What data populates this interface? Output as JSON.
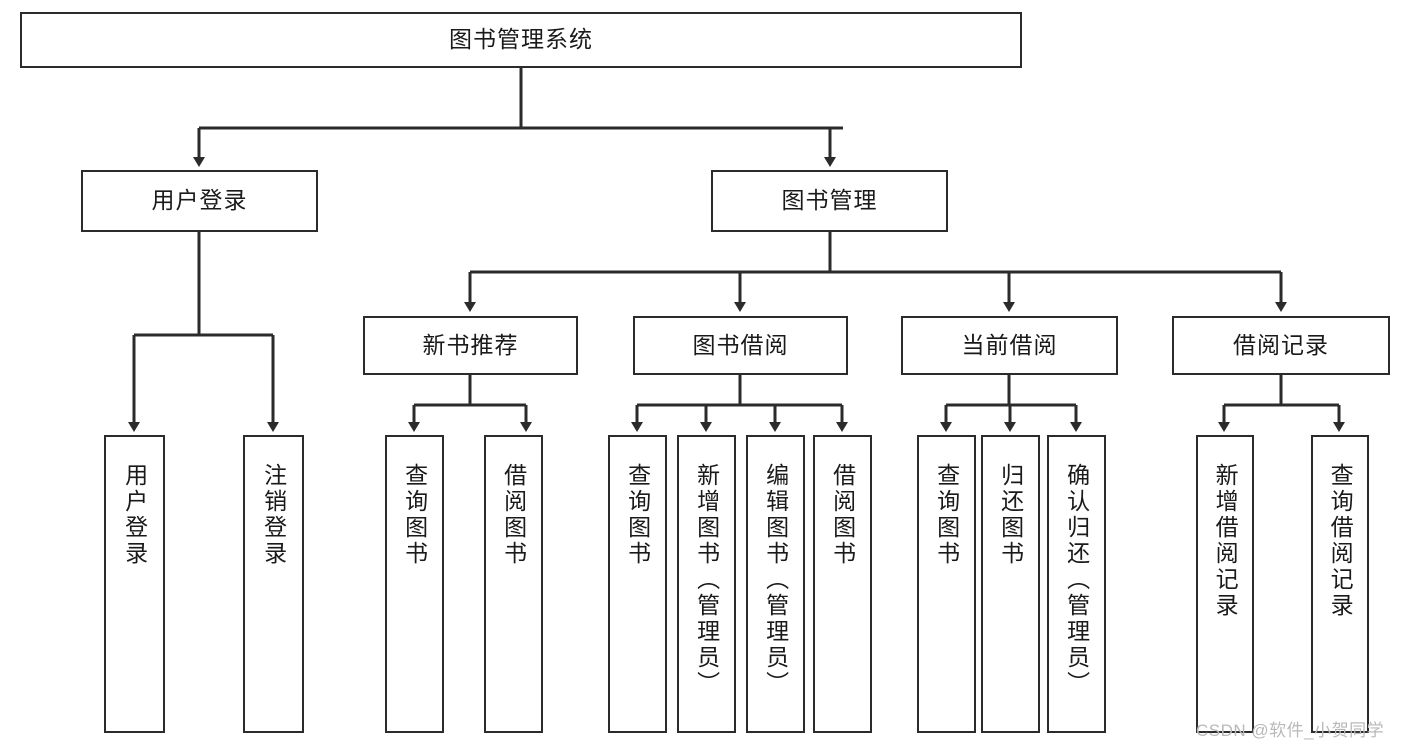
{
  "diagram": {
    "title": "图书管理系统",
    "type": "tree",
    "style": {
      "box_border_color": "#2b2b2b",
      "box_fill": "#ffffff",
      "line_color": "#2b2b2b",
      "text_color": "#1a1a1a",
      "background": "#ffffff"
    },
    "nodes": {
      "root": {
        "label": "图书管理系统"
      },
      "level2": [
        {
          "id": "user_login",
          "label": "用户登录"
        },
        {
          "id": "book_manage",
          "label": "图书管理"
        }
      ],
      "level3": [
        {
          "id": "new_book_rec",
          "label": "新书推荐"
        },
        {
          "id": "book_borrow",
          "label": "图书借阅"
        },
        {
          "id": "current_borrow",
          "label": "当前借阅"
        },
        {
          "id": "borrow_record",
          "label": "借阅记录"
        }
      ],
      "leaves": {
        "user_login": [
          {
            "id": "leaf_user_login",
            "label": "用户登录"
          },
          {
            "id": "leaf_logout",
            "label": "注销登录"
          }
        ],
        "new_book_rec": [
          {
            "id": "leaf_query_book_1",
            "label": "查询图书"
          },
          {
            "id": "leaf_borrow_book_1",
            "label": "借阅图书"
          }
        ],
        "book_borrow": [
          {
            "id": "leaf_query_book_2",
            "label": "查询图书"
          },
          {
            "id": "leaf_add_book",
            "label": "新增图书（管理员）"
          },
          {
            "id": "leaf_edit_book",
            "label": "编辑图书（管理员）"
          },
          {
            "id": "leaf_borrow_book_2",
            "label": "借阅图书"
          }
        ],
        "current_borrow": [
          {
            "id": "leaf_query_book_3",
            "label": "查询图书"
          },
          {
            "id": "leaf_return_book",
            "label": "归还图书"
          },
          {
            "id": "leaf_confirm_return",
            "label": "确认归还（管理员）"
          }
        ],
        "borrow_record": [
          {
            "id": "leaf_add_record",
            "label": "新增借阅记录"
          },
          {
            "id": "leaf_query_record",
            "label": "查询借阅记录"
          }
        ]
      }
    },
    "edges": [
      {
        "from": "图书管理系统",
        "to": "用户登录"
      },
      {
        "from": "图书管理系统",
        "to": "图书管理"
      },
      {
        "from": "用户登录",
        "to": "用户登录"
      },
      {
        "from": "用户登录",
        "to": "注销登录"
      },
      {
        "from": "图书管理",
        "to": "新书推荐"
      },
      {
        "from": "图书管理",
        "to": "图书借阅"
      },
      {
        "from": "图书管理",
        "to": "当前借阅"
      },
      {
        "from": "图书管理",
        "to": "借阅记录"
      },
      {
        "from": "新书推荐",
        "to": "查询图书"
      },
      {
        "from": "新书推荐",
        "to": "借阅图书"
      },
      {
        "from": "图书借阅",
        "to": "查询图书"
      },
      {
        "from": "图书借阅",
        "to": "新增图书（管理员）"
      },
      {
        "from": "图书借阅",
        "to": "编辑图书（管理员）"
      },
      {
        "from": "图书借阅",
        "to": "借阅图书"
      },
      {
        "from": "当前借阅",
        "to": "查询图书"
      },
      {
        "from": "当前借阅",
        "to": "归还图书"
      },
      {
        "from": "当前借阅",
        "to": "确认归还（管理员）"
      },
      {
        "from": "借阅记录",
        "to": "新增借阅记录"
      },
      {
        "from": "借阅记录",
        "to": "查询借阅记录"
      }
    ]
  },
  "watermark": {
    "text": "CSDN @软件_小贺同学"
  }
}
